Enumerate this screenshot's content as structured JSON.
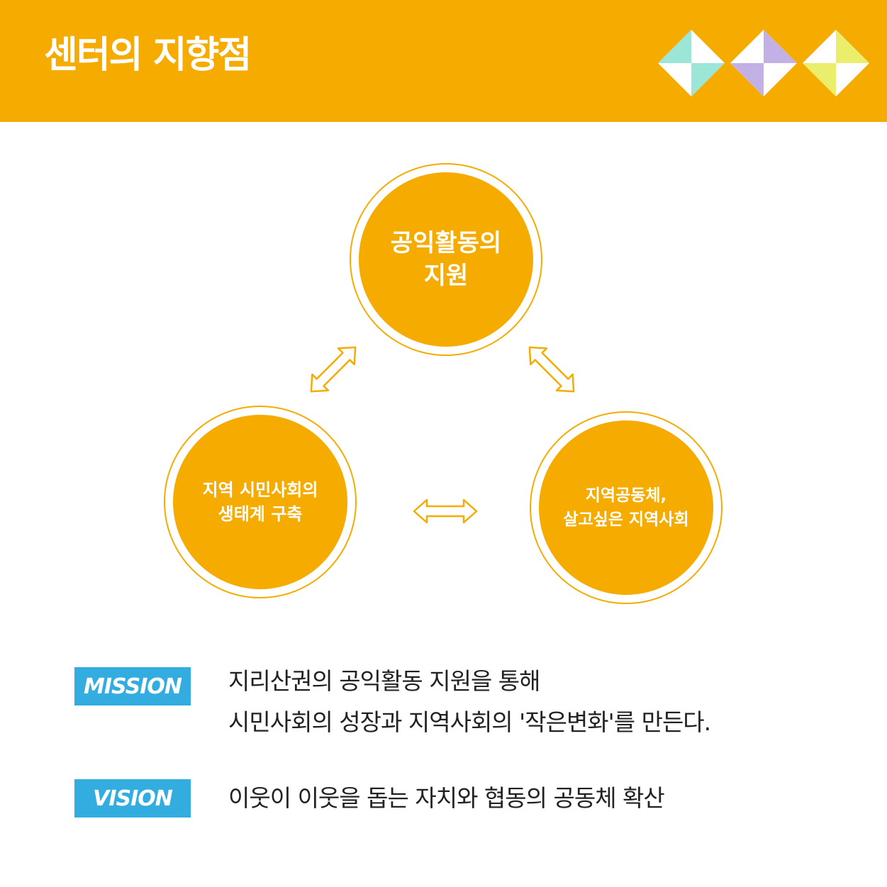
{
  "header": {
    "title": "센터의 지향점",
    "background_color": "#f5ab00",
    "decoration_colors": [
      "#9be6d6",
      "#c3b1e6",
      "#ebee6a"
    ]
  },
  "diagram": {
    "circles": {
      "top": "공익활동의\n지원",
      "left": "지역 시민사회의\n생태계 구축",
      "right": "지역공동체,\n살고싶은 지역사회"
    },
    "circle_color": "#f5ab00",
    "arrow_color": "#f5ab00"
  },
  "statements": {
    "mission": {
      "label": "MISSION",
      "line1": "지리산권의 공익활동 지원을 통해",
      "line2": "시민사회의 성장과 지역사회의 '작은변화'를 만든다."
    },
    "vision": {
      "label": "VISION",
      "line1": "이웃이 이웃을 돕는 자치와 협동의 공동체 확산"
    },
    "badge_color": "#33ade0"
  }
}
